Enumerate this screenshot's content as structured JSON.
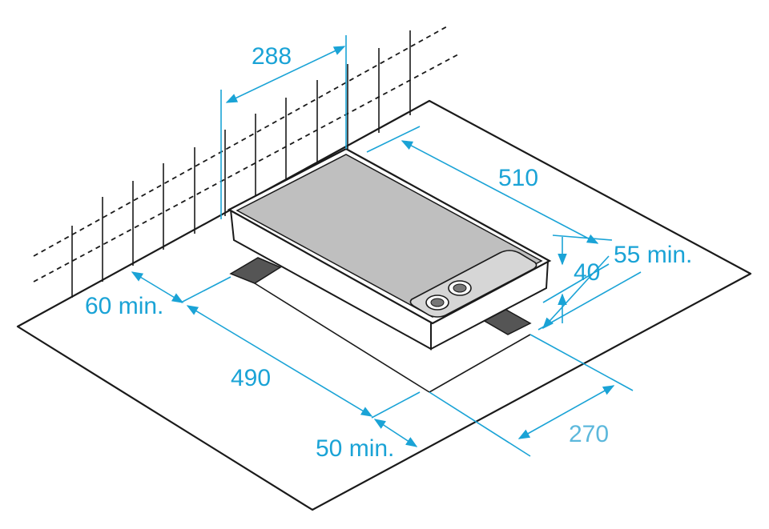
{
  "colors": {
    "dimension": "#1aa3d6",
    "dimension_light": "#5cb8dc",
    "cooktop_top": "#bfbfbf",
    "line": "#1a1a1a"
  },
  "dimensions": {
    "width_top": "288",
    "depth": "510",
    "clearance_right": "55 min.",
    "thickness": "40",
    "clearance_left": "60 min.",
    "cutout_length": "490",
    "clearance_front": "50 min.",
    "cutout_width": "270"
  }
}
